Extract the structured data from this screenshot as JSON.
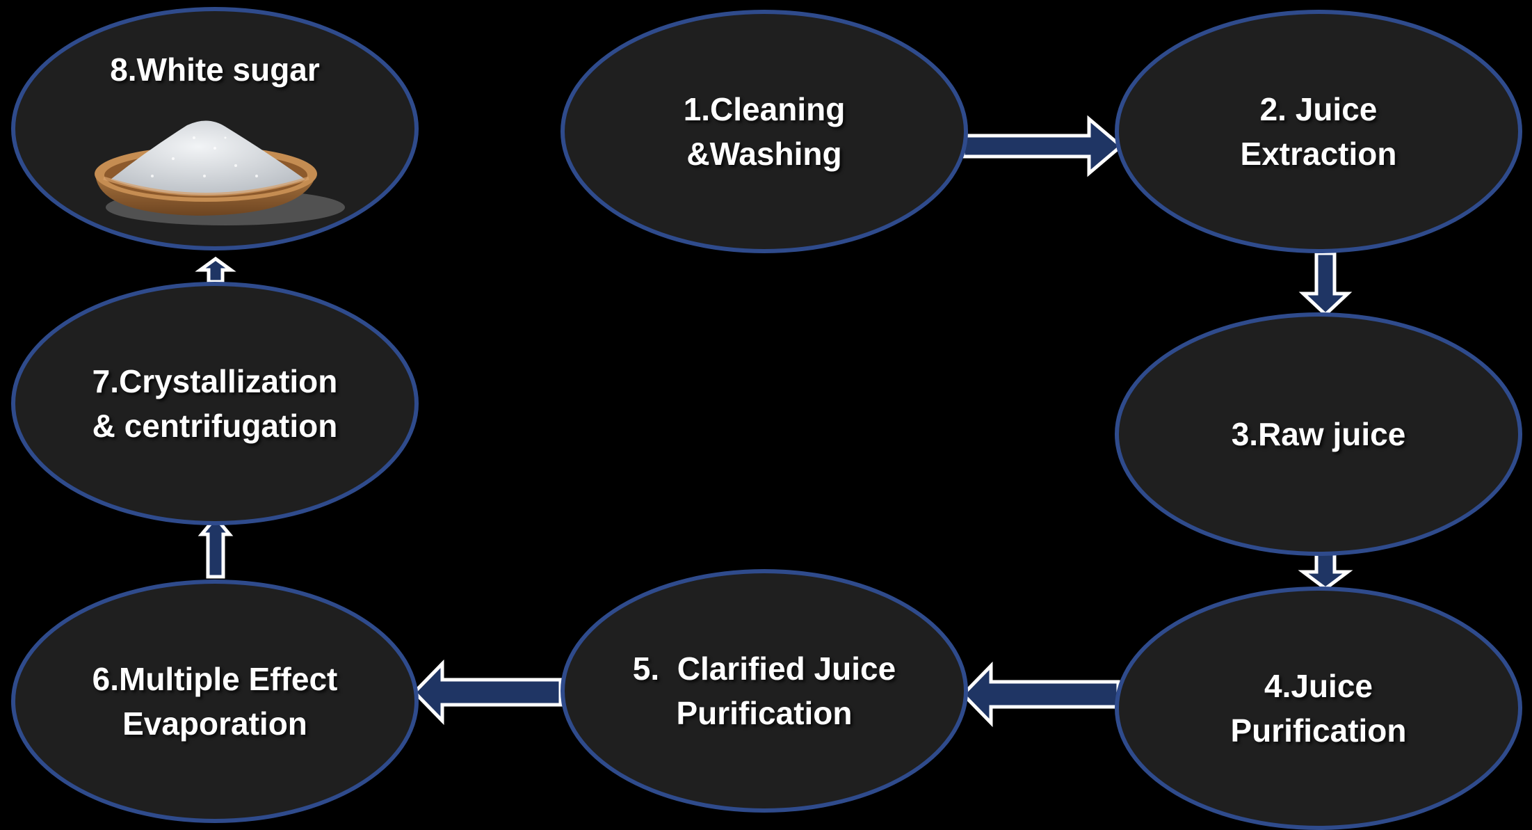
{
  "colors": {
    "background": "#000000",
    "node_fill": "#1f1f1f",
    "node_border": "#2f4b8c",
    "arrow_fill": "#1f3564",
    "arrow_stroke": "#ffffff",
    "text": "#ffffff"
  },
  "steps": [
    {
      "id": "step-1",
      "lines": [
        "1.Cleaning",
        "&Washing"
      ]
    },
    {
      "id": "step-2",
      "lines": [
        "2. Juice",
        "Extraction"
      ]
    },
    {
      "id": "step-3",
      "lines": [
        "3.Raw juice"
      ]
    },
    {
      "id": "step-4",
      "lines": [
        "4.Juice",
        "Purification"
      ]
    },
    {
      "id": "step-5",
      "lines": [
        "5.  Clarified Juice",
        "Purification"
      ]
    },
    {
      "id": "step-6",
      "lines": [
        "6.Multiple Effect",
        "Evaporation"
      ]
    },
    {
      "id": "step-7",
      "lines": [
        "7.Crystallization",
        "& centrifugation"
      ]
    },
    {
      "id": "step-8",
      "lines": [
        "8.White sugar"
      ],
      "icon": "white-sugar-bowl-icon"
    }
  ],
  "connections": [
    {
      "from": "step-1",
      "to": "step-2"
    },
    {
      "from": "step-2",
      "to": "step-3"
    },
    {
      "from": "step-3",
      "to": "step-4"
    },
    {
      "from": "step-4",
      "to": "step-5"
    },
    {
      "from": "step-5",
      "to": "step-6"
    },
    {
      "from": "step-6",
      "to": "step-7"
    },
    {
      "from": "step-7",
      "to": "step-8"
    }
  ]
}
